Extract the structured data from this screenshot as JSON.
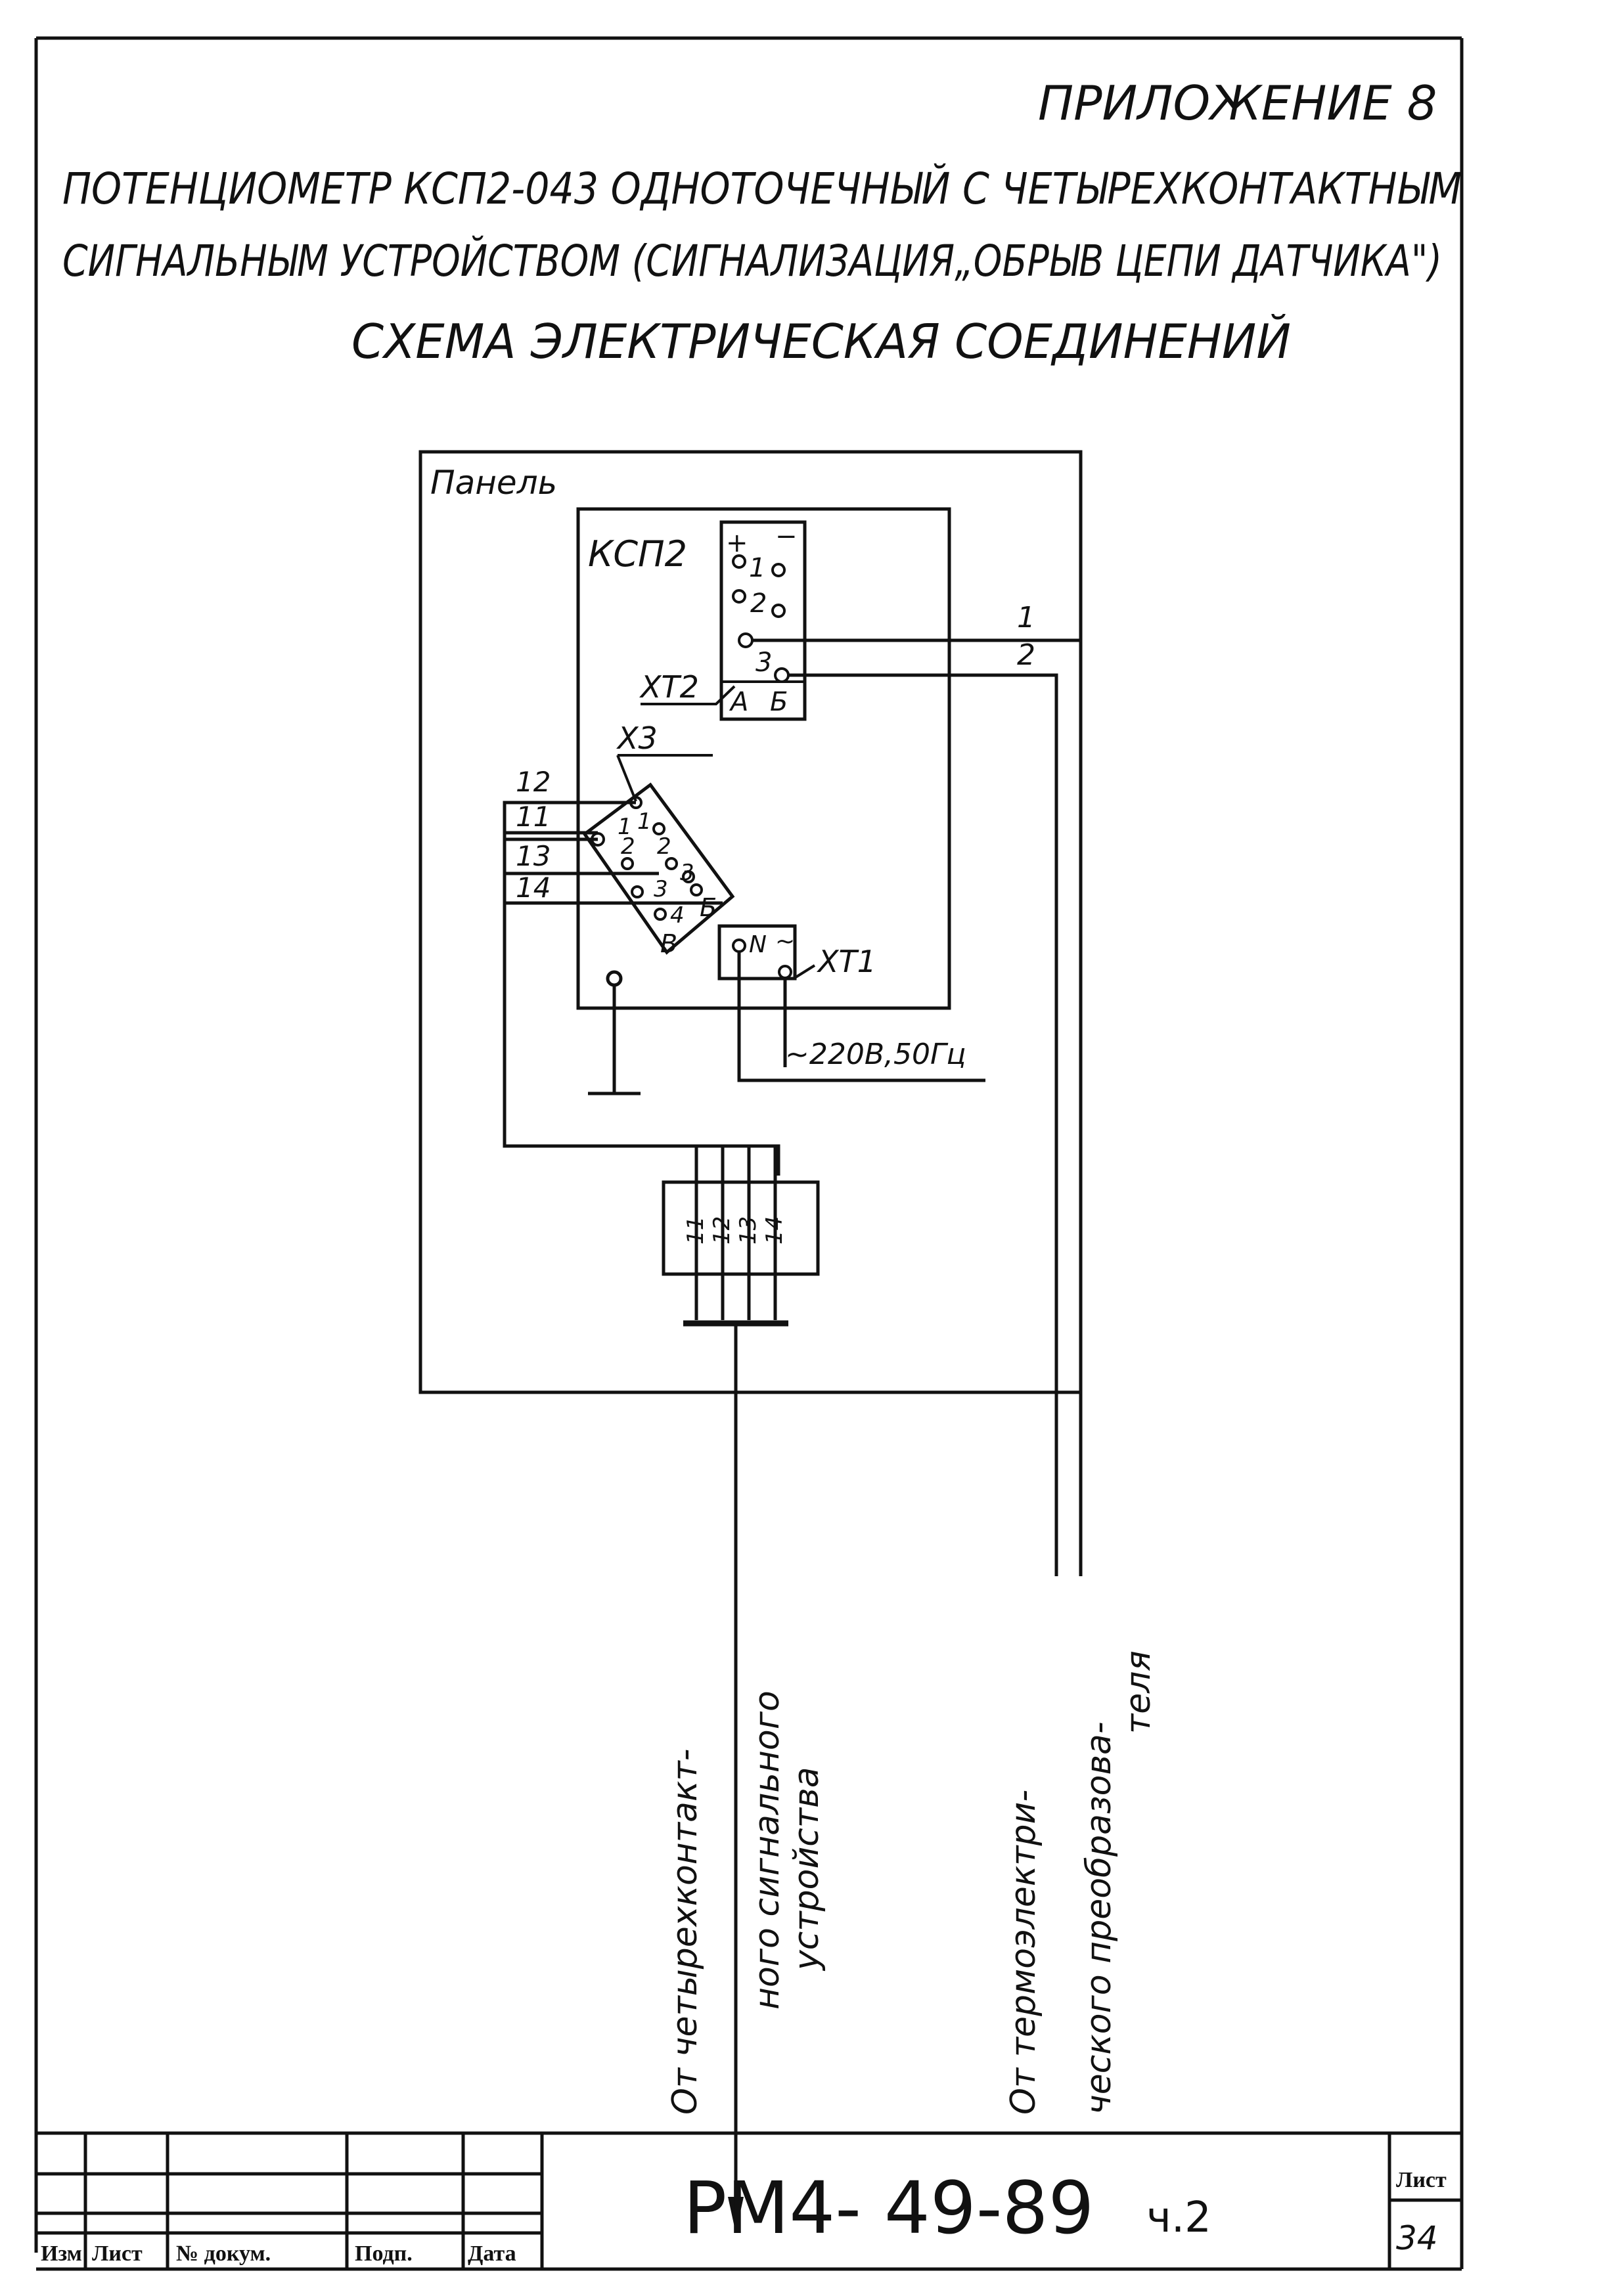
{
  "header": {
    "appendix": "ПРИЛОЖЕНИЕ 8",
    "title_line1": "ПОТЕНЦИОМЕТР КСП2-043 ОДНОТОЧЕЧНЫЙ С ЧЕТЫРЕХКОНТАКТНЫМ",
    "title_line2": "СИГНАЛЬНЫМ УСТРОЙСТВОМ (СИГНАЛИЗАЦИЯ„ОБРЫВ ЦЕПИ ДАТЧИКА\")",
    "title_line3": "СХЕМА ЭЛЕКТРИЧЕСКАЯ СОЕДИНЕНИЙ"
  },
  "diagram": {
    "panel_label": "Панель",
    "device_label": "КСП2",
    "xt2_label": "ХТ2",
    "x3_label": "Х3",
    "xt1_label": "ХТ1",
    "xt2_terminals": [
      "А",
      "Б"
    ],
    "ksp_terminals": [
      "+",
      "−",
      "1",
      "2",
      "3"
    ],
    "x3_pins": [
      "1",
      "1",
      "2",
      "2",
      "3",
      "3",
      "4",
      "Б",
      "В"
    ],
    "xt1_terminals": [
      "N",
      "~"
    ],
    "left_wires": [
      "12",
      "11",
      "13",
      "14"
    ],
    "right_wires": [
      "1",
      "2"
    ],
    "power_label": "~220В,50Гц",
    "cable_wires": [
      "11",
      "12",
      "13",
      "14"
    ],
    "note_signal": [
      "От четырехконтакт-",
      "ного сигнального",
      "устройства"
    ],
    "note_thermo": [
      "От термоэлектри-",
      "ческого преобразова-",
      "теля"
    ]
  },
  "title_block": {
    "col_headers": [
      "Изм",
      "Лист",
      "№ докум.",
      "Подп.",
      "Дата"
    ],
    "doc_code": "РМ4- 49-89",
    "doc_part": "ч.2",
    "sheet_label": "Лист",
    "sheet_number": "34"
  }
}
